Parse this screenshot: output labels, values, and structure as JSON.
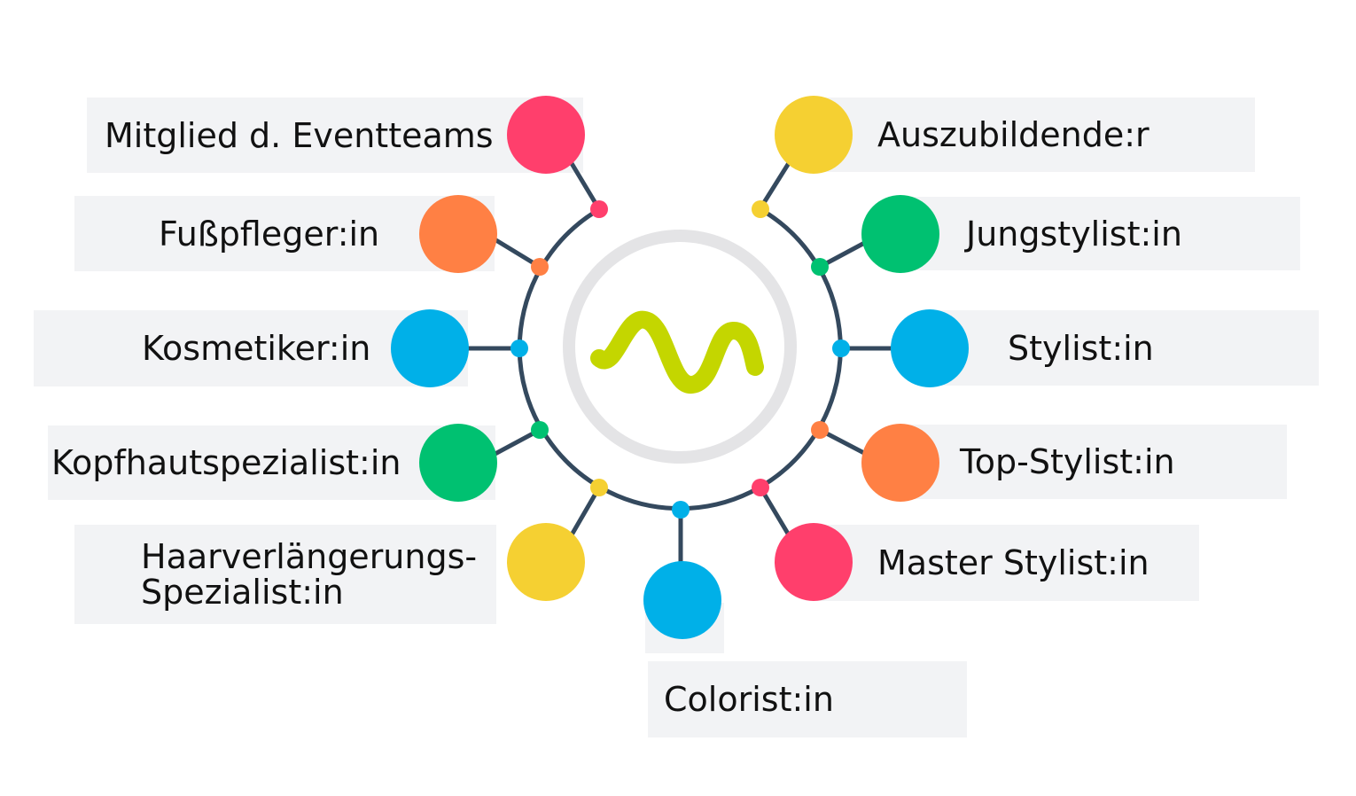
{
  "colors": {
    "box_background": "#f2f3f5",
    "connector": "#34495e",
    "hub_ring": "#e4e4e6",
    "logo": "#c4d600",
    "pink": "#ff3f6c",
    "orange": "#ff8044",
    "blue": "#00b0e8",
    "green": "#00c171",
    "yellow": "#f5d032"
  },
  "hub": {
    "logo_icon": "wave-logo-icon"
  },
  "roles": [
    {
      "label": "Mitglied d. Eventteams",
      "color": "pink"
    },
    {
      "label": "Fußpfleger:in",
      "color": "orange"
    },
    {
      "label": "Kosmetiker:in",
      "color": "blue"
    },
    {
      "label": "Kopfhautspezialist:in",
      "color": "green"
    },
    {
      "label": "Haarverlängerungs-",
      "label_line2": "Spezialist:in",
      "color": "yellow"
    },
    {
      "label": "Colorist:in",
      "color": "blue"
    },
    {
      "label": "Master Stylist:in",
      "color": "pink"
    },
    {
      "label": "Top-Stylist:in",
      "color": "orange"
    },
    {
      "label": "Stylist:in",
      "color": "blue"
    },
    {
      "label": "Jungstylist:in",
      "color": "green"
    },
    {
      "label": "Auszubildende:r",
      "color": "yellow"
    }
  ]
}
